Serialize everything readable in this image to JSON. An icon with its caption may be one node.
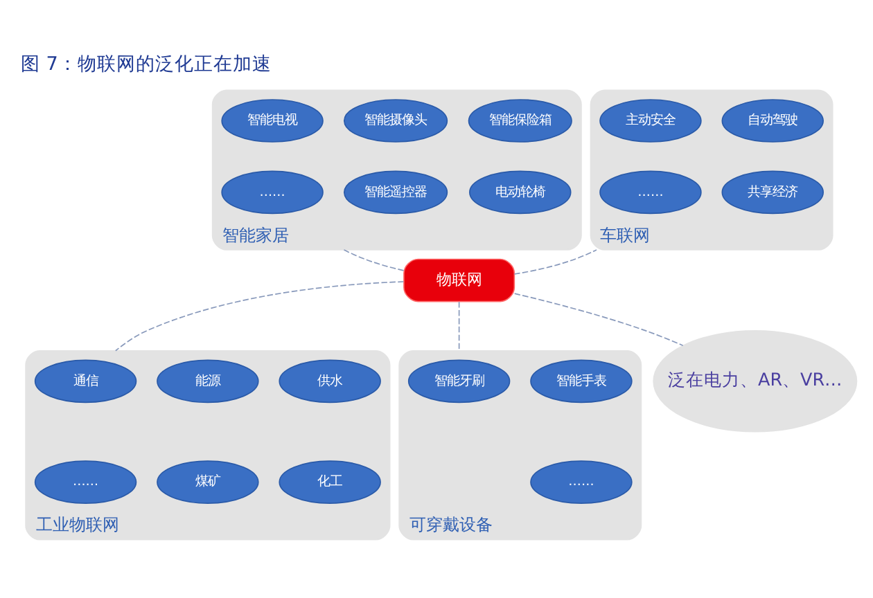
{
  "diagram": {
    "title": "图 7：物联网的泛化正在加速",
    "nodes": [
      {
        "text": [
          "物联网"
        ]
      },
      {
        "text": [
          "智能家居"
        ]
      },
      {
        "text": [
          "智能保险箱"
        ],
        "in": 1
      },
      {
        "text": [
          "智能摄像头"
        ],
        "in": 1
      },
      {
        "text": [
          "智能电视"
        ],
        "in": 1
      },
      {
        "text": [
          "电动轮椅"
        ],
        "in": 1
      },
      {
        "text": [
          "智能遥控器"
        ],
        "in": 1
      },
      {
        "text": [
          "……"
        ],
        "in": 1
      },
      {
        "text": [
          "车联网"
        ]
      },
      {
        "text": [
          "自动驾驶"
        ],
        "in": 8
      },
      {
        "text": [
          "主动安全"
        ],
        "in": 8
      },
      {
        "text": [
          "共享经济"
        ],
        "in": 8
      },
      {
        "text": [
          "……"
        ],
        "in": 8
      },
      {
        "text": [
          "工业物联网"
        ]
      },
      {
        "text": [
          "供水"
        ],
        "in": 13
      },
      {
        "text": [
          "能源"
        ],
        "in": 13
      },
      {
        "text": [
          "通信"
        ],
        "in": 13
      },
      {
        "text": [
          "化工"
        ],
        "in": 13
      },
      {
        "text": [
          "煤矿"
        ],
        "in": 13
      },
      {
        "text": [
          "……"
        ],
        "in": 13
      },
      {
        "text": [
          "可穿戴设备"
        ]
      },
      {
        "text": [
          "智能手表"
        ],
        "in": 20
      },
      {
        "text": [
          "智能牙刷"
        ],
        "in": 20
      },
      {
        "text": [
          "……"
        ],
        "in": 20
      },
      {
        "text": [
          "泛在电力、AR、VR…"
        ]
      }
    ],
    "edges": [
      {
        "from": 0,
        "to": 1,
        "arrow": "none",
        "style": "dashed"
      },
      {
        "from": 0,
        "to": 8,
        "arrow": "none",
        "style": "dashed"
      },
      {
        "from": 0,
        "to": 13,
        "arrow": "none",
        "style": "dashed"
      },
      {
        "from": 0,
        "to": 20,
        "arrow": "none",
        "style": "dashed"
      },
      {
        "from": 0,
        "to": 24,
        "arrow": "none",
        "style": "dashed"
      }
    ]
  }
}
